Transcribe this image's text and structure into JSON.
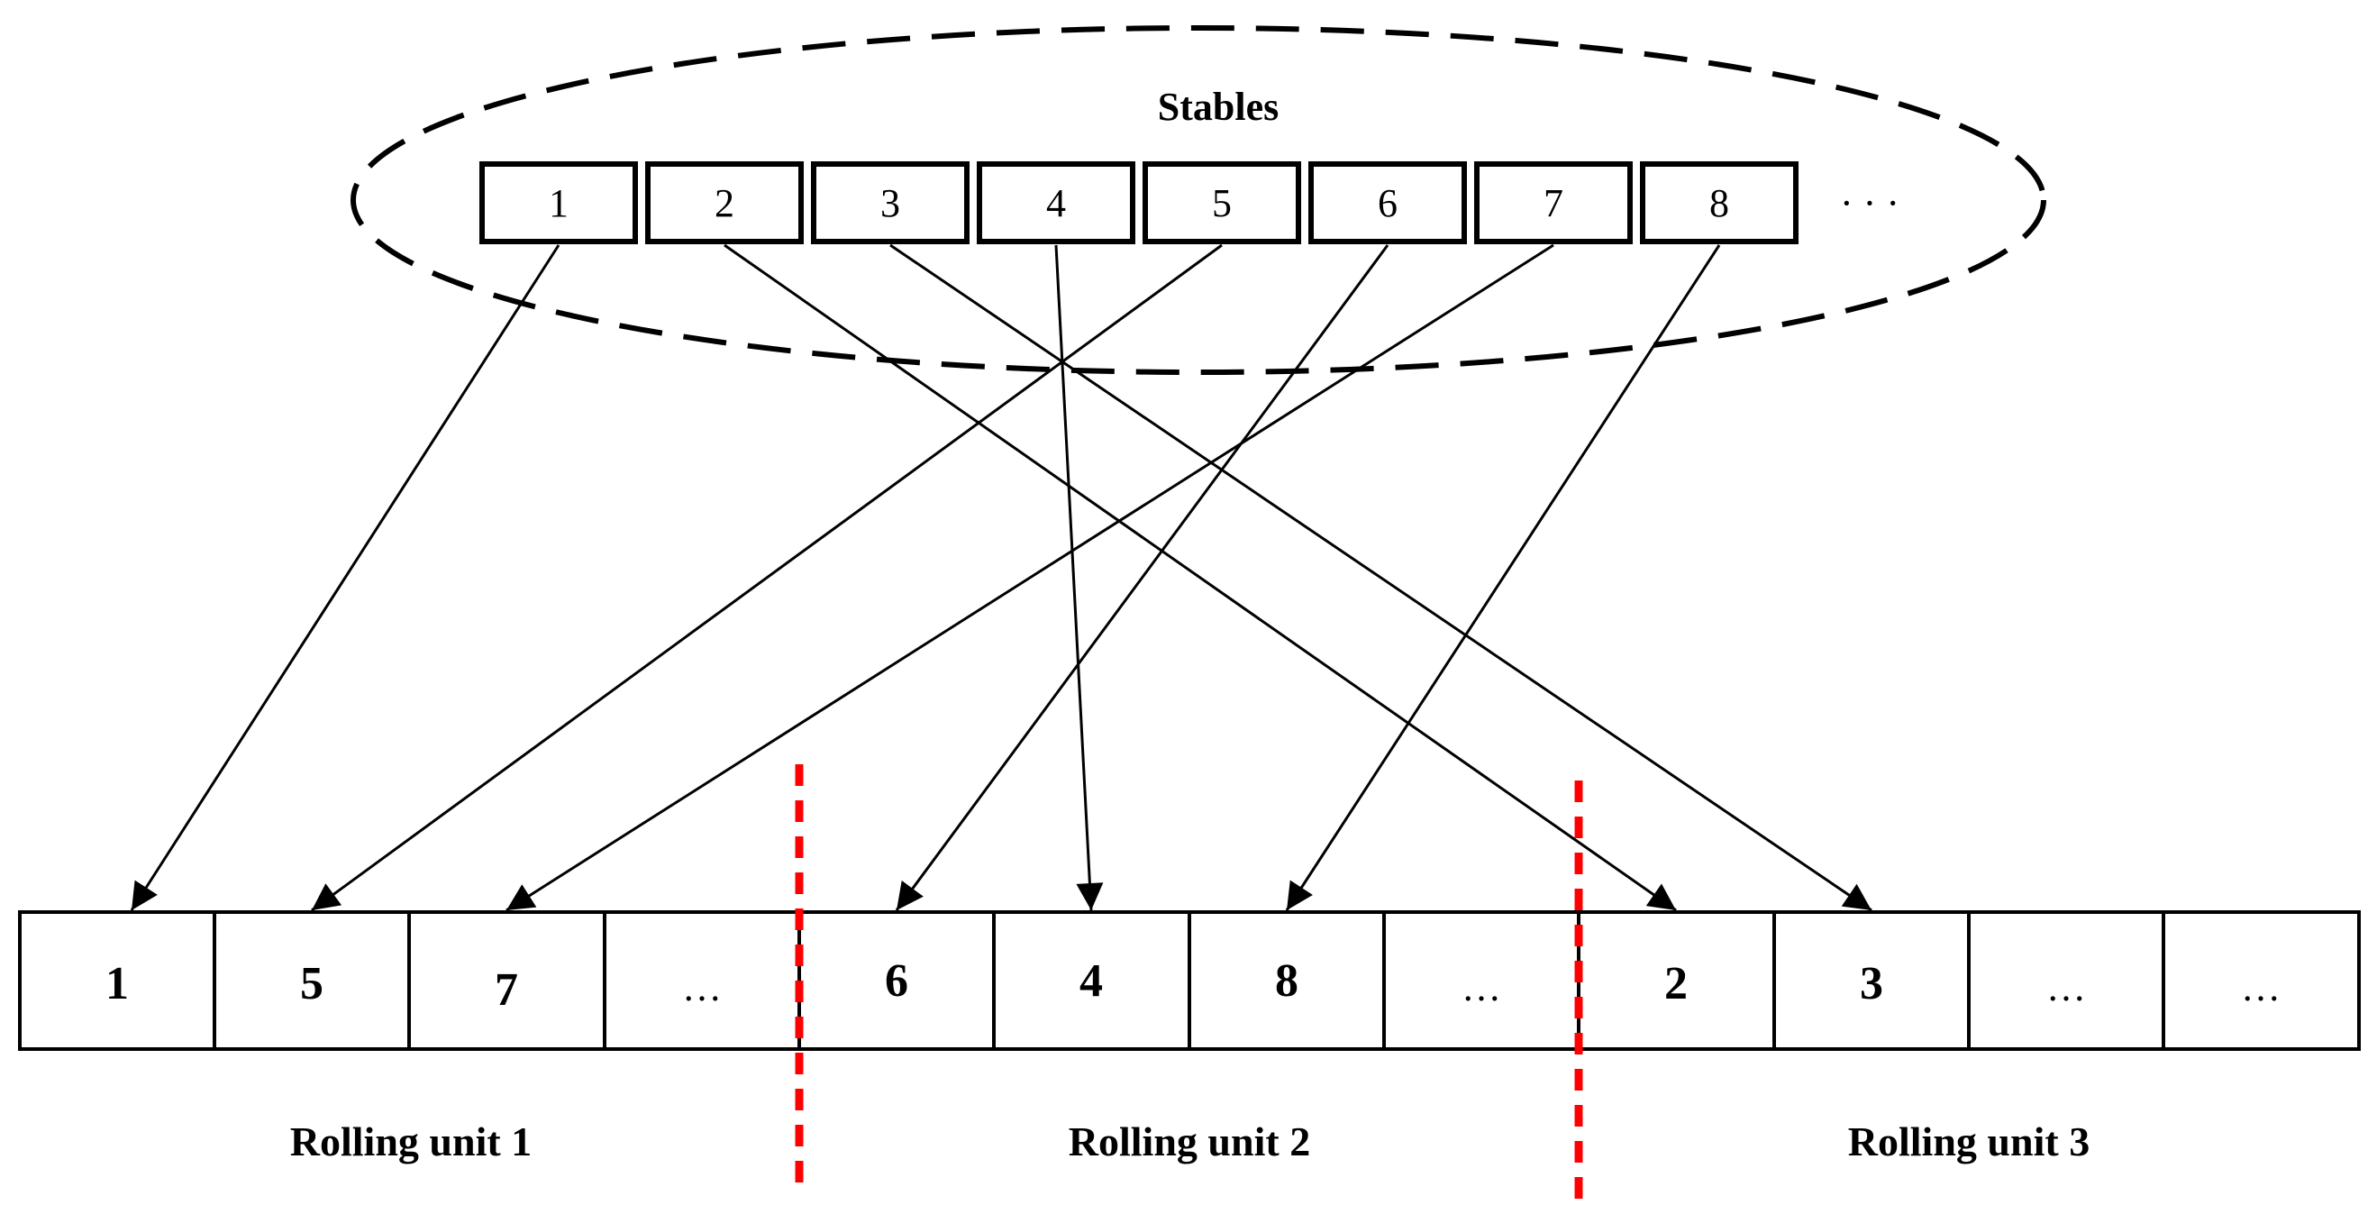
{
  "diagram": {
    "title": "Stables",
    "stables": [
      "1",
      "2",
      "3",
      "4",
      "5",
      "6",
      "7",
      "8"
    ],
    "stables_ellipsis": "· · ·",
    "row": [
      "1",
      "5",
      "7",
      "…",
      "6",
      "4",
      "8",
      "…",
      "2",
      "3",
      "…",
      "…"
    ],
    "arrows": [
      {
        "from": "1",
        "to_slot": 0
      },
      {
        "from": "5",
        "to_slot": 1
      },
      {
        "from": "7",
        "to_slot": 2
      },
      {
        "from": "6",
        "to_slot": 4
      },
      {
        "from": "4",
        "to_slot": 5
      },
      {
        "from": "8",
        "to_slot": 6
      },
      {
        "from": "2",
        "to_slot": 8
      },
      {
        "from": "3",
        "to_slot": 9
      }
    ],
    "units": [
      "Rolling unit 1",
      "Rolling unit 2",
      "Rolling unit 3"
    ],
    "colors": {
      "line": "#000000",
      "divider": "#ff0000",
      "background": "#ffffff"
    }
  }
}
